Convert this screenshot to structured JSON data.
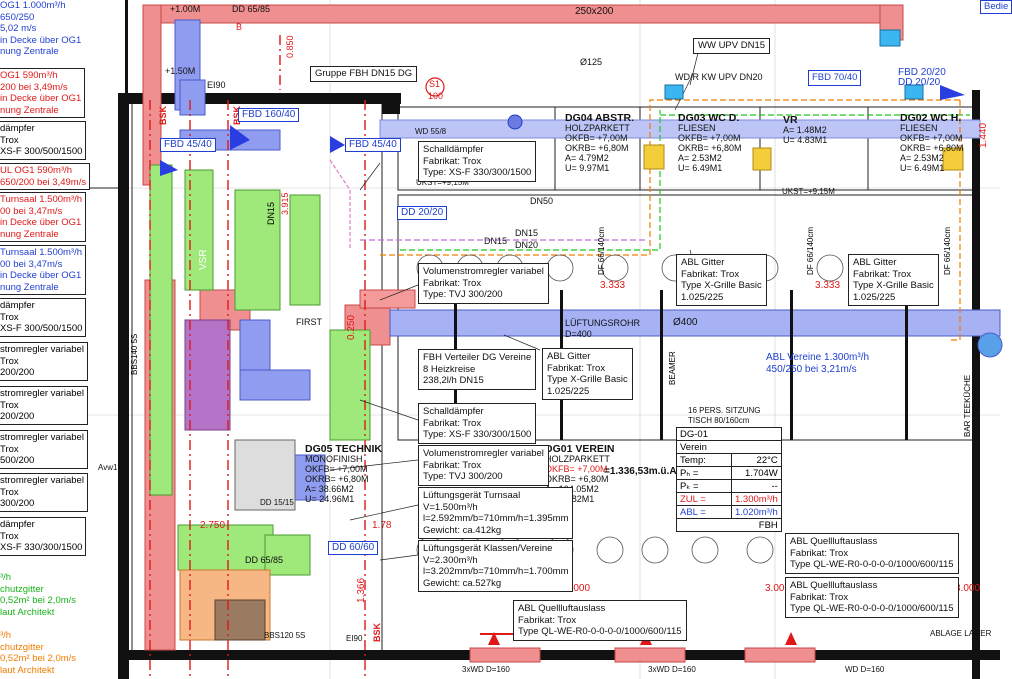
{
  "colors": {
    "supply_duct": "#f08f8f",
    "return_duct": "#8f9cf0",
    "green_unit": "#9fe87a",
    "wall": "#111111",
    "orange_unit": "#f7b784",
    "purple_unit": "#b573c7"
  },
  "left_column": [
    {
      "lines": [
        "OG1 1.000m³/h",
        "650/250",
        "5,02 m/s",
        "in Decke über OG1",
        "nung Zentrale"
      ],
      "color": "blue",
      "boxed": false
    },
    {
      "lines": [
        "OG1 590m³/h",
        "200 bei 3,49m/s",
        "in Decke über OG1",
        "nung Zentrale"
      ],
      "color": "red",
      "boxed": true
    },
    {
      "lines": [
        "dämpfer",
        "Trox",
        "XS-F 300/500/1500"
      ],
      "color": "black",
      "boxed": true
    },
    {
      "lines": [
        "UL OG1 590m³/h",
        "650/200 bei 3,49m/s"
      ],
      "color": "red",
      "boxed": true
    },
    {
      "lines": [
        "Turnsaal 1.500m³/h",
        "00 bei 3,47m/s",
        "in Decke über OG1",
        "nung Zentrale"
      ],
      "color": "red",
      "boxed": true
    },
    {
      "lines": [
        "Turnsaal 1.500m³/h",
        "00 bei 3,47m/s",
        "in Decke über OG1",
        "nung Zentrale"
      ],
      "color": "blue",
      "boxed": true
    },
    {
      "lines": [
        "dämpfer",
        "Trox",
        "XS-F 300/500/1500"
      ],
      "color": "black",
      "boxed": true
    },
    {
      "lines": [
        "stromregler variabel",
        "Trox",
        "200/200"
      ],
      "color": "black",
      "boxed": true
    },
    {
      "lines": [
        "stromregler variabel",
        "Trox",
        "200/200"
      ],
      "color": "black",
      "boxed": true
    },
    {
      "lines": [
        "stromregler variabel",
        "Trox",
        "500/200"
      ],
      "color": "black",
      "boxed": true
    },
    {
      "lines": [
        "stromregler variabel",
        "Trox",
        "300/200"
      ],
      "color": "black",
      "boxed": true
    },
    {
      "lines": [
        "dämpfer",
        "Trox",
        "XS-F 330/300/1500"
      ],
      "color": "black",
      "boxed": true
    },
    {
      "lines": [
        "³/h",
        "chutzgitter",
        "0,52m² bei 2,0m/s",
        "laut Architekt"
      ],
      "color": "green",
      "boxed": false
    },
    {
      "lines": [
        "³/h",
        "chutzgitter",
        "0,52m² bei 2,0m/s",
        "laut Architekt"
      ],
      "color": "orange",
      "boxed": false
    }
  ],
  "callouts": [
    {
      "id": "schalld-top",
      "lines": [
        "Schalldämpfer",
        "Fabrikat: Trox",
        "Type: XS-F 330/300/1500"
      ]
    },
    {
      "id": "vsr-1",
      "lines": [
        "Volumenstromregler variabel",
        "Fabrikat: Trox",
        "Type: TVJ 300/200"
      ]
    },
    {
      "id": "fbh-verteiler",
      "lines": [
        "FBH Verteiler DG Vereine",
        "8 Heizkreise",
        "238,2l/h DN15"
      ]
    },
    {
      "id": "abl-gitter-1",
      "lines": [
        "ABL Gitter",
        "Fabrikat: Trox",
        "Type X-Grille Basic",
        "1.025/225"
      ]
    },
    {
      "id": "abl-gitter-2",
      "lines": [
        "ABL Gitter",
        "Fabrikat: Trox",
        "Type X-Grille Basic",
        "1.025/225"
      ]
    },
    {
      "id": "abl-gitter-3",
      "lines": [
        "ABL Gitter",
        "Fabrikat: Trox",
        "Type X-Grille Basic",
        "1.025/225"
      ]
    },
    {
      "id": "schalld-mid",
      "lines": [
        "Schalldämpfer",
        "Fabrikat: Trox",
        "Type: XS-F 330/300/1500"
      ]
    },
    {
      "id": "vsr-2",
      "lines": [
        "Volumenstromregler variabel",
        "Fabrikat: Trox",
        "Type: TVJ 300/200"
      ]
    },
    {
      "id": "lg-turnsaal",
      "lines": [
        "Lüftungsgerät Turnsaal",
        "V=1.500m³/h",
        "l=2.592mm/b=710mm/h=1.395mm",
        "Gewicht: ca.412kg"
      ]
    },
    {
      "id": "lg-klassen",
      "lines": [
        "Lüftungsgerät Klassen/Vereine",
        "V=2.300m³/h",
        "l=3.202mm/b=710mm/h=1.700mm",
        "Gewicht: ca.527kg"
      ]
    },
    {
      "id": "abl-quell-1",
      "lines": [
        "ABL Quellluftauslass",
        "Fabrikat: Trox",
        "Type QL-WE-R0-0-0-0-0/1000/600/115"
      ]
    },
    {
      "id": "abl-quell-2",
      "lines": [
        "ABL Quellluftauslass",
        "Fabrikat: Trox",
        "Type QL-WE-R0-0-0-0-0/1000/600/115"
      ]
    },
    {
      "id": "abl-quell-3",
      "lines": [
        "ABL Quellluftauslass",
        "Fabrikat: Trox",
        "Type QL-WE-R0-0-0-0-0/1000/600/115"
      ]
    }
  ],
  "labels": {
    "duct_250x200": "250x200",
    "dd_65_85": "DD 65/85",
    "b": "B",
    "plus_1m": "+1.00M",
    "plus_1_5m": "+1.50M",
    "ei90": "EI90",
    "dim_0850": "0.850",
    "gruppe_fbh": "Gruppe FBH DN15 DG",
    "ww_upv": "WW UPV DN15",
    "wdr_kw": "WD/R KW UPV DN20",
    "d125": "Ø125",
    "fbd_70_40": "FBD 70/40",
    "fbd_20_20_a": "FBD 20/20",
    "dd_20_20_a": "DD 20/20",
    "s1": "S1",
    "s1_num": "100",
    "bsk": "BSK",
    "fbd_160_40": "FBD 160/40",
    "fbd_45_40_a": "FBD 45/40",
    "fbd_45_40_b": "FBD 45/40",
    "wd_55_8": "WD 55/8",
    "ukst_1": "UKST=+9,15M",
    "ukst_2": "UKST=+9,15M",
    "dd_20_20_b": "DD 20/20",
    "dn50_a": "DN50",
    "dn15_a": "DN15",
    "dn20": "DN20",
    "dn15_b": "DN15",
    "r_3333_a": "3.333",
    "r_3333_b": "3.333",
    "lueftungsrohr": "LÜFTUNGSROHR",
    "d400_a": "D=400",
    "d400_b": "Ø400",
    "first": "FIRST",
    "abl_vereine_1": "ABL Vereine 1.300m³/h",
    "abl_vereine_2": "450/250 bei 3,21m/s",
    "beamer": "BEAMER",
    "sitzung_1": "16 PERS. SITZUNG",
    "sitzung_2": "TISCH 80/160cm",
    "dd_60_60": "DD 60/60",
    "dd_65_85_b": "DD 65/85",
    "dd_15_15": "DD 15/15",
    "r_2750": "2.750",
    "r_178": "1.78",
    "r_3000_a": "3.000",
    "r_3000_b": "3.000",
    "r_3000_c": "3.000",
    "bbs120_5s": "BBS120 5S",
    "bar_teekueche": "BAR TEEKÜCHE",
    "ablage_lager": "ABLAGE LAGER",
    "wd_160_a": "3xWD D=160",
    "wd_160_b": "3xWD D=160",
    "wd_160_c": "WD D=160",
    "bedie": "Bedie",
    "r_1440": "1.440",
    "avwt": "Avw1",
    "dn15_vert": "DN15",
    "r_3915": "3.915",
    "vsr": "VSR",
    "bbs140_5s": "BBS140 5S",
    "df_66_140_a": "DF 66/140cm",
    "df_66_140_b": "DF 66/140cm",
    "df_66_140_c": "DF 66/140cm",
    "r_1366": "1.366",
    "r_0250": "0.250"
  },
  "rooms": [
    {
      "id": "dg04",
      "name": "DG04 ABSTR.",
      "floor": "HOLZPARKETT",
      "okfb": "OKFB= +7,00M",
      "okrb": "OKRB= +6,80M",
      "a": "A=  4.79M2",
      "u": "U=  9.97M1"
    },
    {
      "id": "dg03",
      "name": "DG03 WC D.",
      "floor": "FLIESEN",
      "okfb": "OKFB= +7,00M",
      "okrb": "OKRB= +6,80M",
      "a": "A=  2.53M2",
      "u": "U=  6.49M1"
    },
    {
      "id": "vr",
      "name": "VR",
      "floor": "",
      "okfb": "",
      "okrb": "",
      "a": "A= 1.48M2",
      "u": "U= 4.83M1"
    },
    {
      "id": "dg02",
      "name": "DG02 WC H.",
      "floor": "FLIESEN",
      "okfb": "OKFB= +7,00M",
      "okrb": "OKRB= +6,80M",
      "a": "A=  2.53M2",
      "u": "U=  6.49M1"
    },
    {
      "id": "dg05",
      "name": "DG05 TECHNIK",
      "floor": "MONOFINISH",
      "okfb": "OKFB= +7,00M",
      "okrb": "OKRB= +6,80M",
      "a": "A=  38.66M2",
      "u": "U=  24.96M1"
    },
    {
      "id": "dg01",
      "name": "DG01 VEREIN",
      "floor": "HOLZPARKETT",
      "okfb": "OKFB= +7,00M",
      "okrb": "OKRB= +6,80M",
      "a": "A= 104.05M2",
      "u": "U= 47.82M1"
    }
  ],
  "dg01_height": "=1.336,53m.ü.A.",
  "dg_table": {
    "title": "DG-01",
    "subtitle": "Verein",
    "rows": [
      {
        "k": "Temp:",
        "v": "22°C",
        "color": "black"
      },
      {
        "k": "Pₕ =",
        "v": "1.704W",
        "color": "black"
      },
      {
        "k": "Pₖ =",
        "v": "--",
        "color": "black"
      },
      {
        "k": "ZUL =",
        "v": "1.300m³/h",
        "color": "red"
      },
      {
        "k": "ABL =",
        "v": "1.020m³/h",
        "color": "blue"
      }
    ],
    "footer": "FBH"
  }
}
